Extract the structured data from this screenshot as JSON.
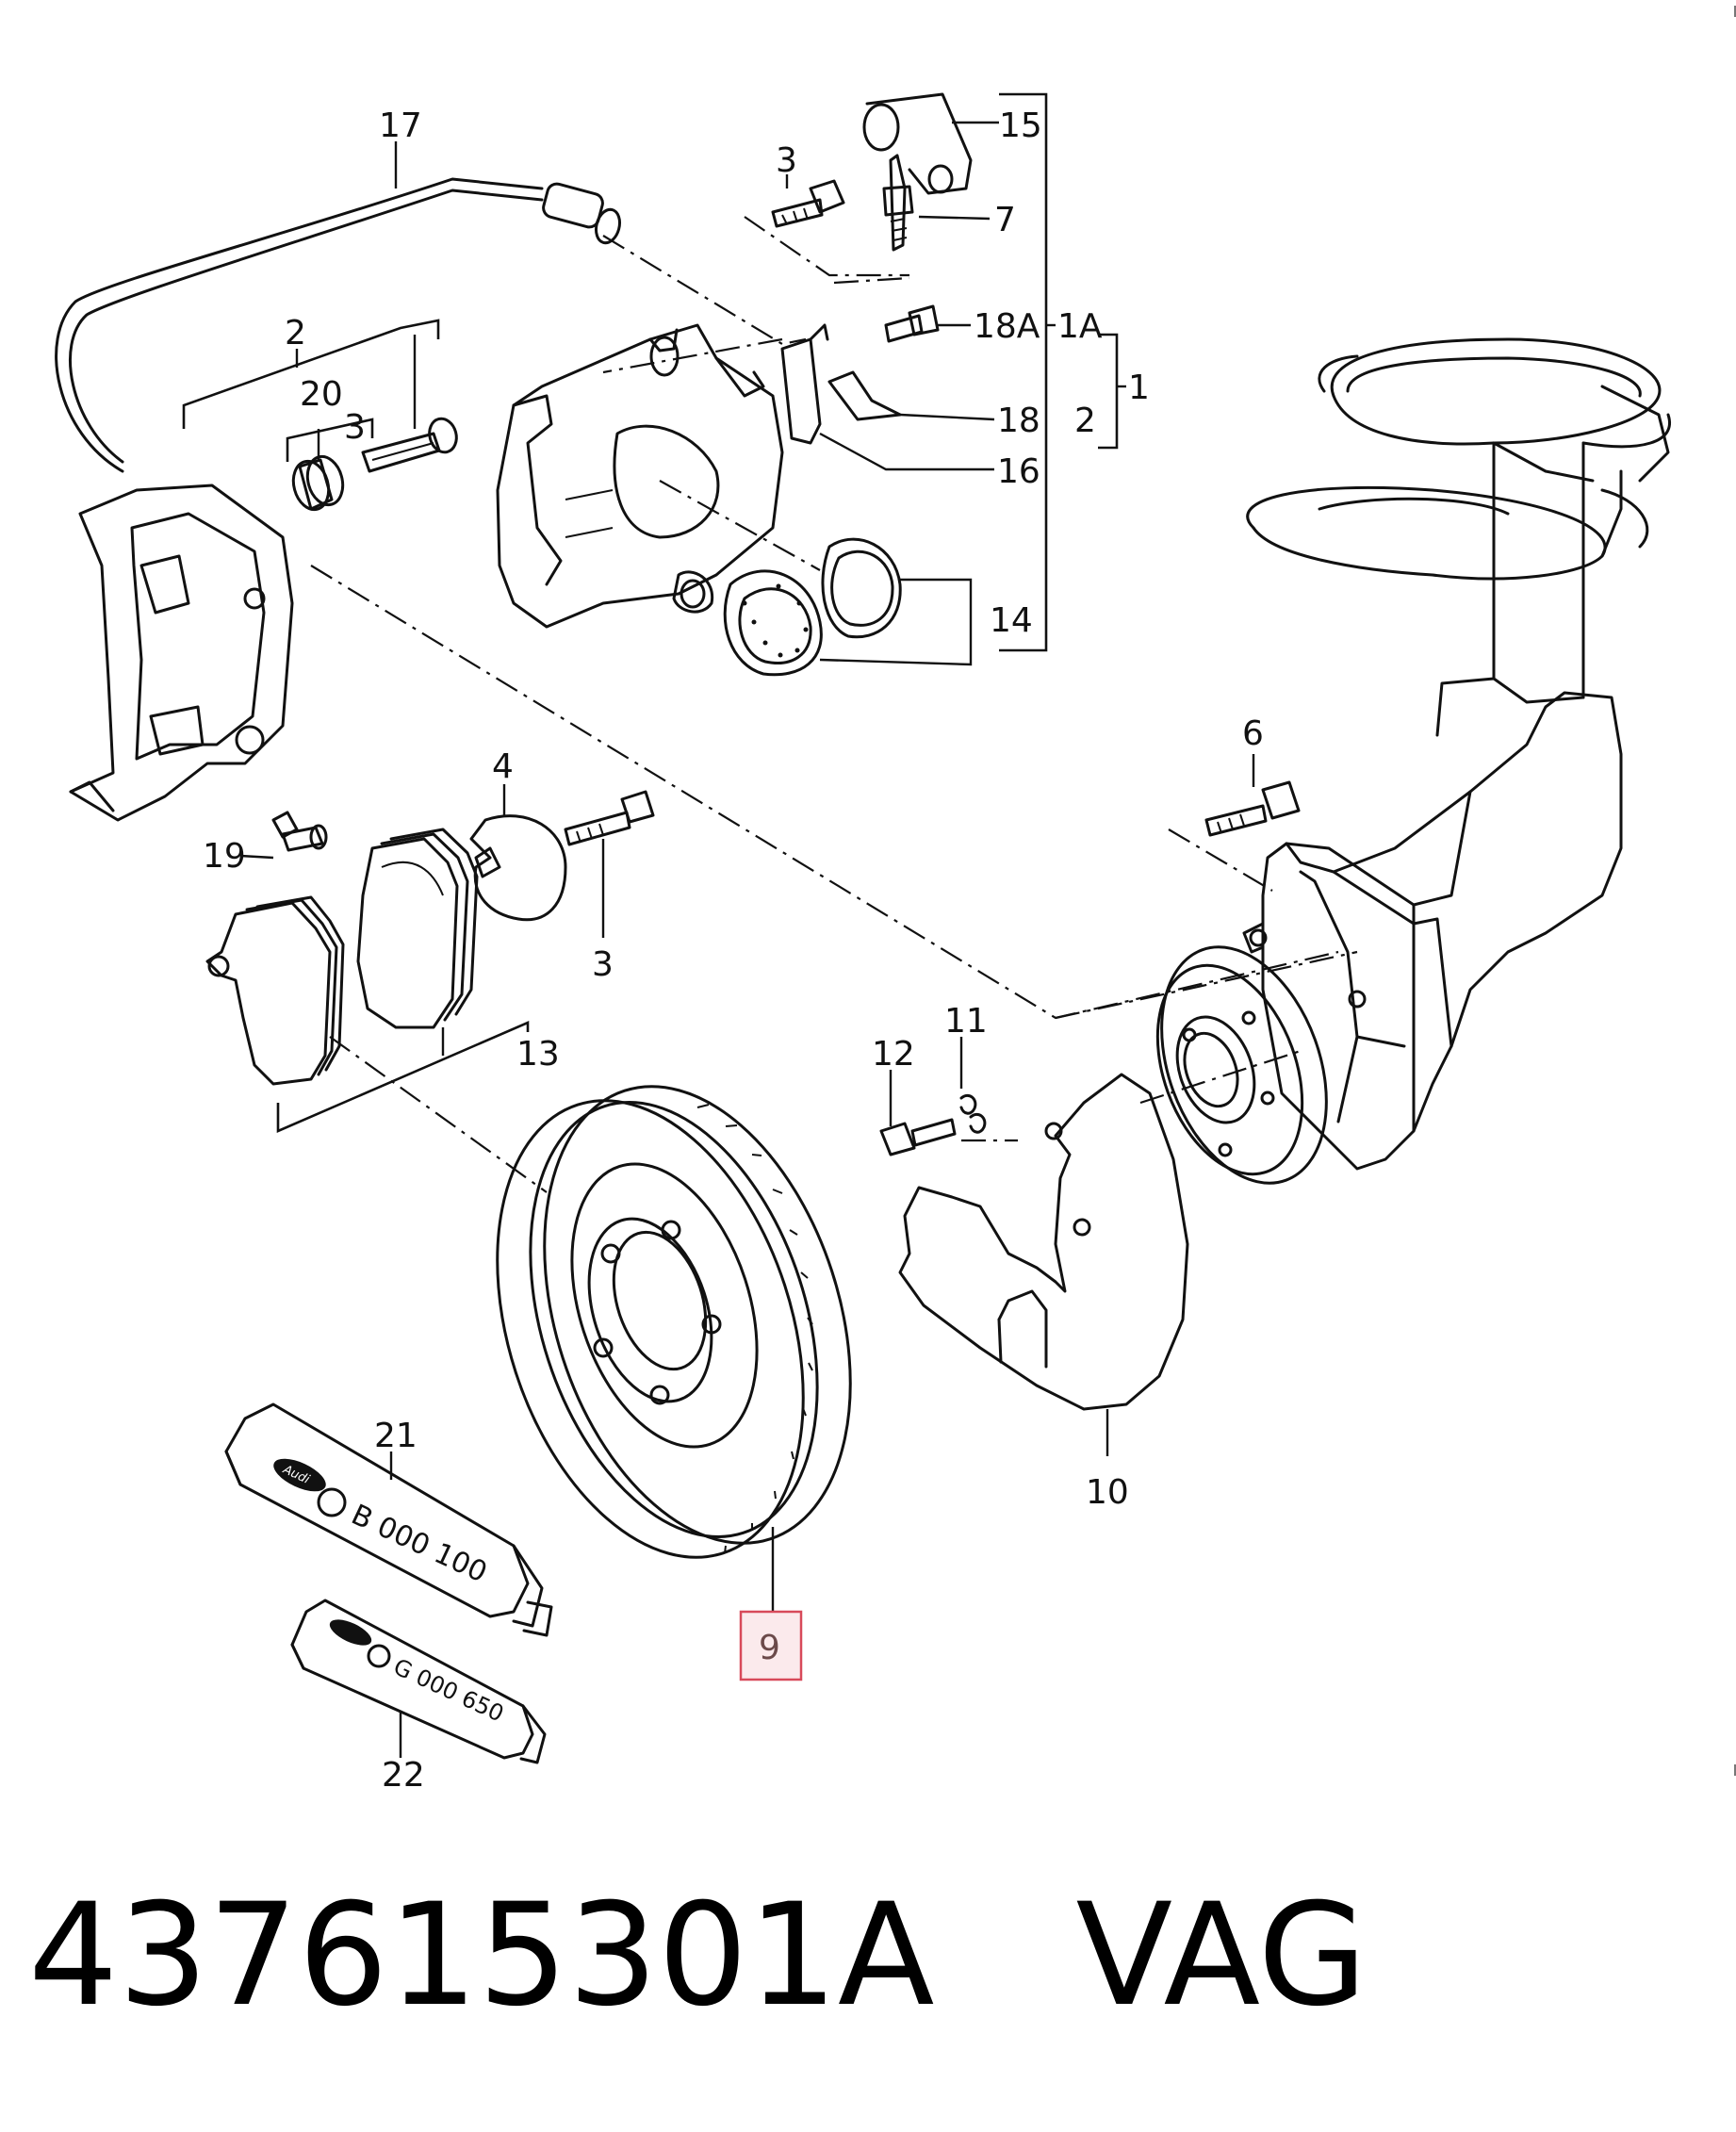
{
  "diagram": {
    "callouts": {
      "c1": "1",
      "c1a": "1A",
      "c2a": "2",
      "c2b": "2",
      "c3a": "3",
      "c3b": "3",
      "c3c": "3",
      "c4": "4",
      "c6": "6",
      "c7": "7",
      "c9": "9",
      "c10": "10",
      "c11": "11",
      "c12": "12",
      "c13": "13",
      "c14": "14",
      "c15": "15",
      "c16": "16",
      "c17": "17",
      "c18": "18",
      "c18a": "18A",
      "c19": "19",
      "c20": "20",
      "c21": "21",
      "c22": "22"
    },
    "tube_large_label": "B 000 100",
    "tube_small_label": "G 000 650",
    "tube_logo": "Audi"
  },
  "footer": {
    "part_number": "437615301A",
    "brand": "VAG"
  }
}
